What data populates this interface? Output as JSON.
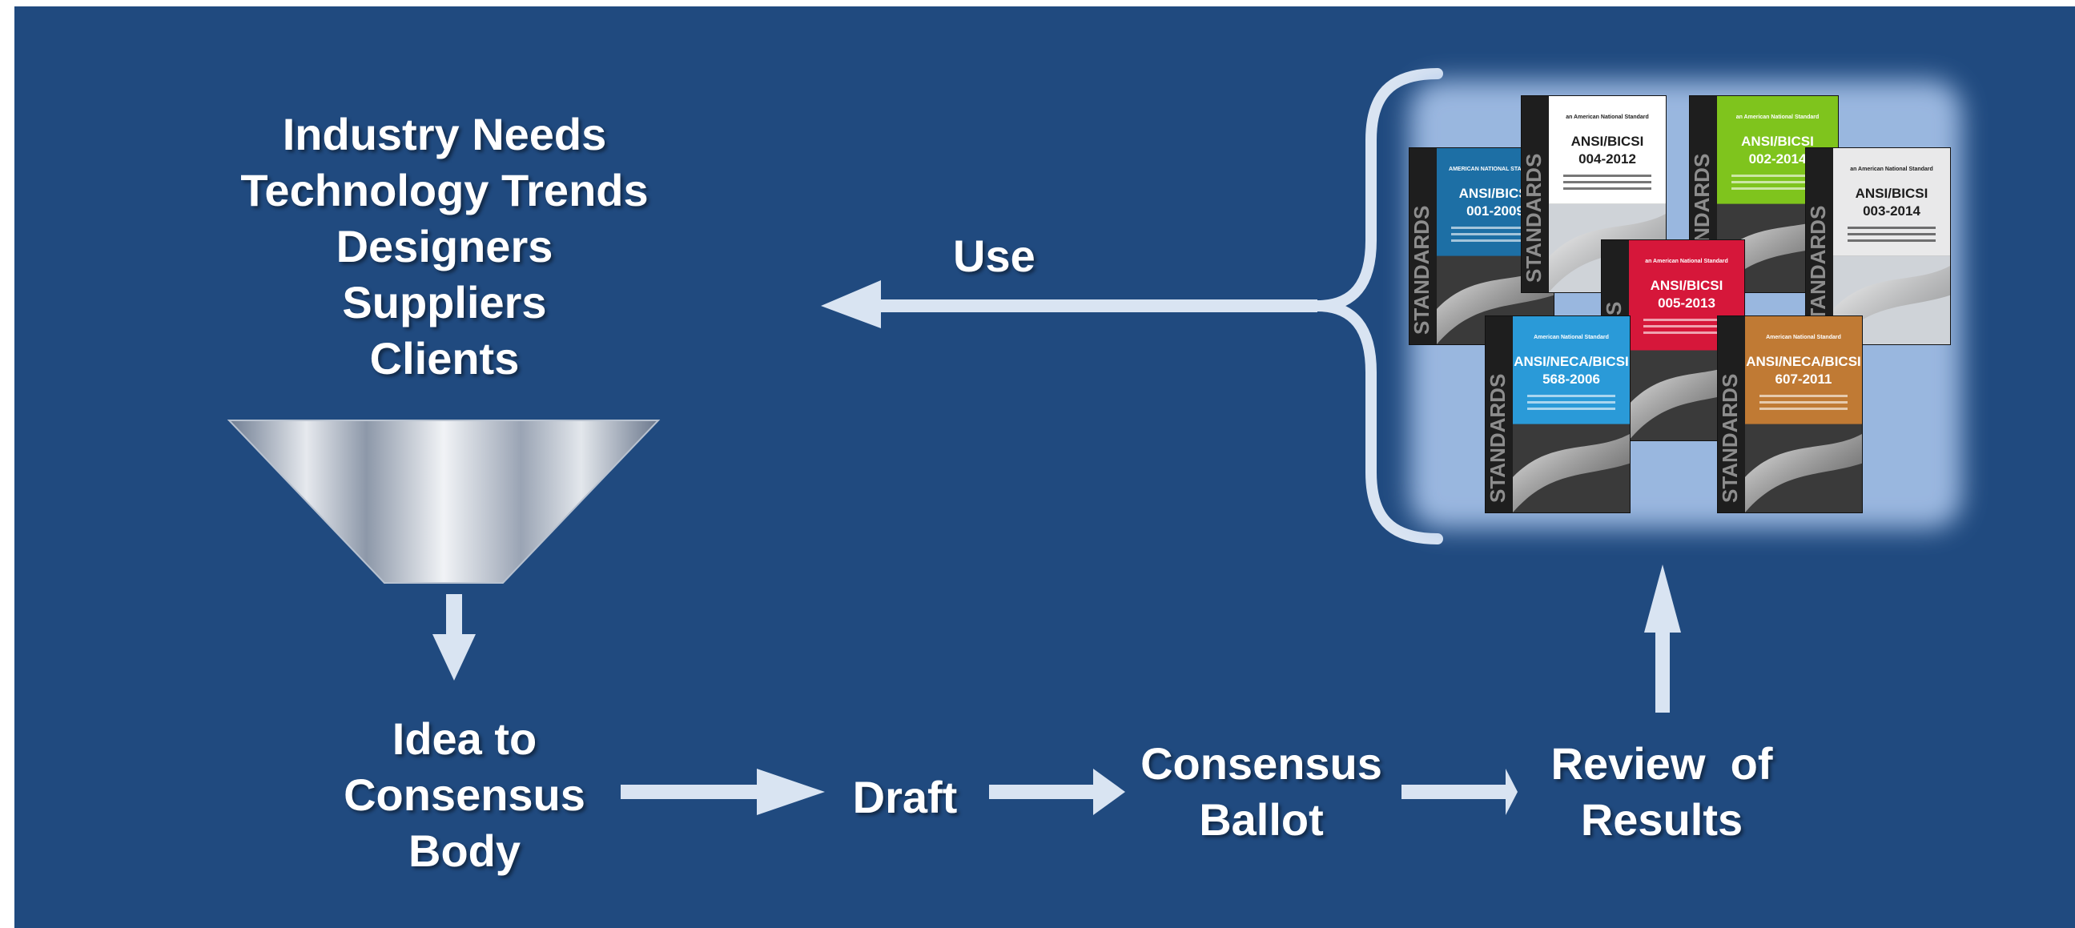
{
  "inputs": [
    "Industry Needs",
    "Technology Trends",
    "Designers",
    "Suppliers",
    "Clients"
  ],
  "use_label": "Use",
  "steps": {
    "idea": [
      "Idea to",
      "Consensus",
      "Body"
    ],
    "draft": [
      "Draft"
    ],
    "ballot": [
      "Consensus",
      "Ballot"
    ],
    "review": [
      "Review  of",
      "Results"
    ]
  },
  "standards": [
    {
      "series_text": "STANDARDS",
      "header": "AMERICAN NATIONAL STANDARD",
      "title_1": "ANSI/BICSI",
      "title_2": "001-2009",
      "color": "#1d6fa5"
    },
    {
      "series_text": "STANDARDS",
      "header": "an American National Standard",
      "title_1": "ANSI/BICSI",
      "title_2": "004-2012",
      "color": "#ffffff"
    },
    {
      "series_text": "STANDARDS",
      "header": "an American National Standard",
      "title_1": "ANSI/BICSI",
      "title_2": "002-2014",
      "color": "#7fc41d"
    },
    {
      "series_text": "STANDARDS",
      "header": "an American National Standard",
      "title_1": "ANSI/BICSI",
      "title_2": "003-2014",
      "color": "#e9e9ea"
    },
    {
      "series_text": "STANDARDS",
      "header": "an American National Standard",
      "title_1": "ANSI/BICSI",
      "title_2": "005-2013",
      "color": "#d6173a"
    },
    {
      "series_text": "STANDARDS",
      "header": "American National Standard",
      "title_1": "ANSI/NECA/BICSI",
      "title_2": "568-2006",
      "color": "#2a9ad8"
    },
    {
      "series_text": "STANDARDS",
      "header": "American National Standard",
      "title_1": "ANSI/NECA/BICSI",
      "title_2": "607-2011",
      "color": "#c07a34"
    }
  ],
  "colors": {
    "background": "#204a7f",
    "arrow": "#d9e4f2",
    "text": "#ffffff"
  }
}
